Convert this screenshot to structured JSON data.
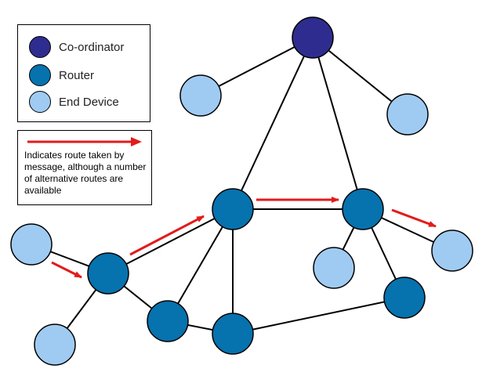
{
  "colors": {
    "coordinator": "#2E2D8F",
    "router": "#0672AE",
    "end_device": "#9FCBF2",
    "route_arrow": "#E21B1B",
    "link": "#000000"
  },
  "legend": {
    "coordinator_label": "Co-ordinator",
    "router_label": "Router",
    "end_device_label": "End Device"
  },
  "route_note": {
    "text": "Indicates route taken by message, although a number of alternative routes are available"
  }
}
